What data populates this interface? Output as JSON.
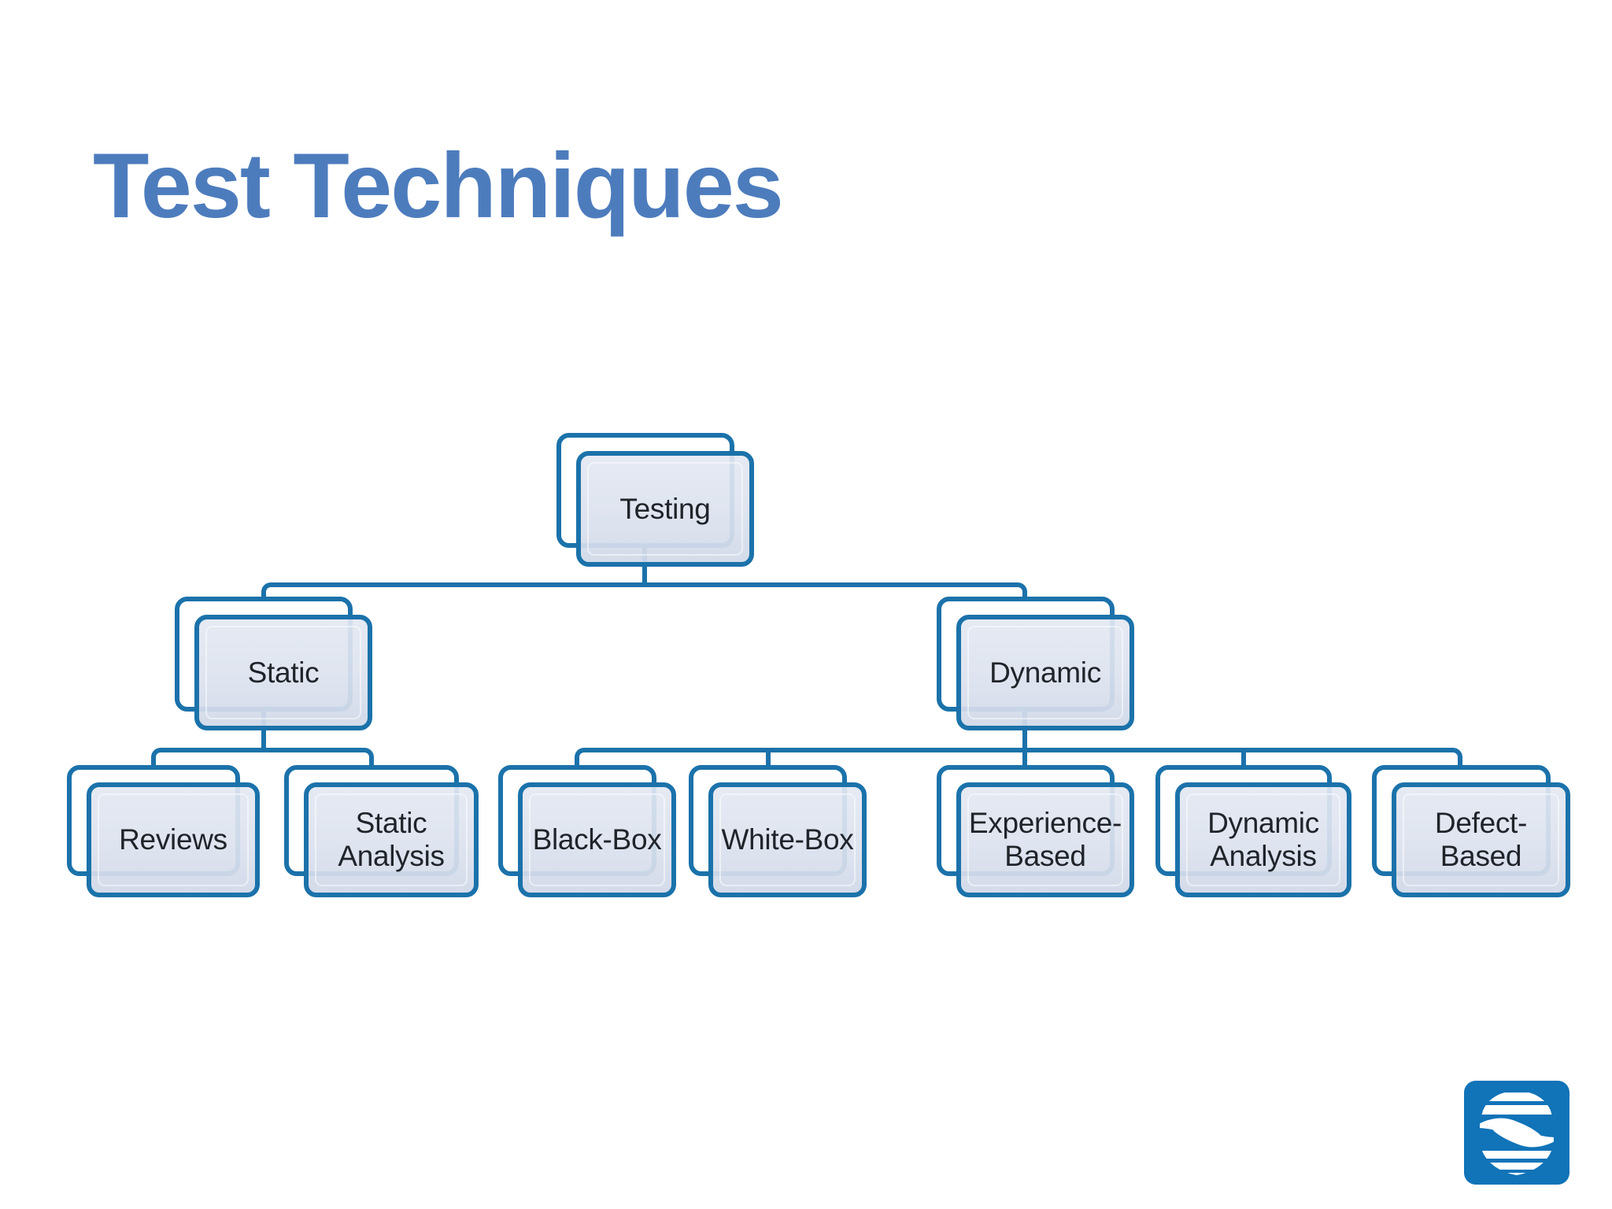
{
  "slide": {
    "title": "Test Techniques",
    "title_color": "#4d7cbd",
    "background_color": "#ffffff"
  },
  "diagram": {
    "type": "hierarchy-org-chart",
    "levels": 3,
    "line_color": "#1b72aa",
    "box_border_color": "#1b72aa",
    "box_fill_color": "#dde3ee",
    "box_shadow_fill_color": "#ffffff",
    "box_text_color": "#20242a",
    "root": "testing",
    "hierarchy": {
      "testing": [
        "static",
        "dynamic"
      ],
      "static": [
        "reviews",
        "static_analysis"
      ],
      "dynamic": [
        "black_box",
        "white_box",
        "experience_based",
        "dynamic_analysis",
        "defect_based"
      ]
    },
    "nodes": {
      "testing": {
        "label": "Testing"
      },
      "static": {
        "label": "Static"
      },
      "dynamic": {
        "label": "Dynamic"
      },
      "reviews": {
        "label": "Reviews"
      },
      "static_analysis": {
        "label": "Static\nAnalysis"
      },
      "black_box": {
        "label": "Black-Box"
      },
      "white_box": {
        "label": "White-Box"
      },
      "experience_based": {
        "label": "Experience-\nBased"
      },
      "dynamic_analysis": {
        "label": "Dynamic\nAnalysis"
      },
      "defect_based": {
        "label": "Defect-\nBased"
      }
    }
  },
  "logo": {
    "description": "blue rounded-square tile with white striped globe and S swoosh",
    "tile_color": "#1173b8",
    "glyph_color": "#ffffff"
  }
}
